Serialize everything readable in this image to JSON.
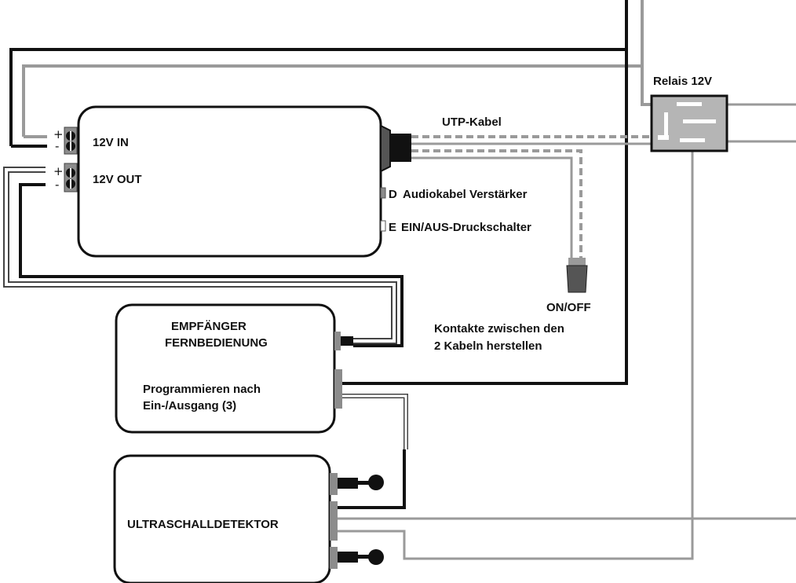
{
  "labels": {
    "relay": "Relais 12V",
    "utp_cable": "UTP-Kabel",
    "in_12v": "12V IN",
    "out_12v": "12V OUT",
    "plus": "+",
    "minus": "-",
    "port_d": "D",
    "audio_cable": "Audiokabel Verstärker",
    "port_e": "E",
    "push_switch": "EIN/AUS-Druckschalter",
    "on_off": "ON/OFF",
    "contacts_line1": "Kontakte zwischen den",
    "contacts_line2": "2 Kabeln herstellen",
    "receiver_line1": "EMPFÄNGER",
    "receiver_line2": "FERNBEDIENUNG",
    "program_line1": "Programmieren nach",
    "program_line2": "Ein-/Ausgang (3)",
    "ultrasonic": "ULTRASCHALLDETEKTOR"
  },
  "colors": {
    "black_wire": "#111111",
    "grey_wire": "#9a9a9a",
    "component_fill": "#ffffff",
    "relay_fill": "#b5b5b5",
    "connector_grey": "#8c8c8c",
    "plug_dark": "#555555"
  }
}
